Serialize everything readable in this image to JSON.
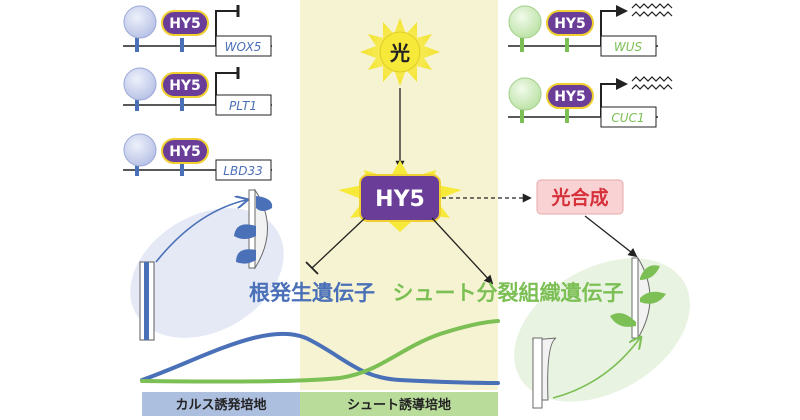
{
  "center": {
    "light_label": "光",
    "hy5_label": "HY5",
    "photosynthesis_label": "光合成"
  },
  "gene_groups": {
    "root_label": "根発生遺伝子",
    "shoot_label": "シュート分裂組織遺伝子"
  },
  "promoter_hy5_label": "HY5",
  "left_genes": [
    {
      "gene": "WOX5"
    },
    {
      "gene": "PLT1"
    },
    {
      "gene": "LBD33"
    }
  ],
  "right_genes": [
    {
      "gene": "WUS"
    },
    {
      "gene": "CUC1"
    }
  ],
  "media_bar": {
    "callus_label": "カルス誘発培地",
    "shoot_label": "シュート誘導培地"
  },
  "colors": {
    "hy5_purple": "#6a3e98",
    "hy5_border": "#f0d030",
    "light_yellow": "#f6e93a",
    "middle_panel": "#f6f3d2",
    "root_blue": "#4a70b8",
    "shoot_green": "#7cbf55",
    "photosynthesis_bg": "#f9d3d3",
    "photosynthesis_text": "#d6303a",
    "callus_bar": "#adbfdf",
    "shoot_bar": "#b9dc9b"
  }
}
